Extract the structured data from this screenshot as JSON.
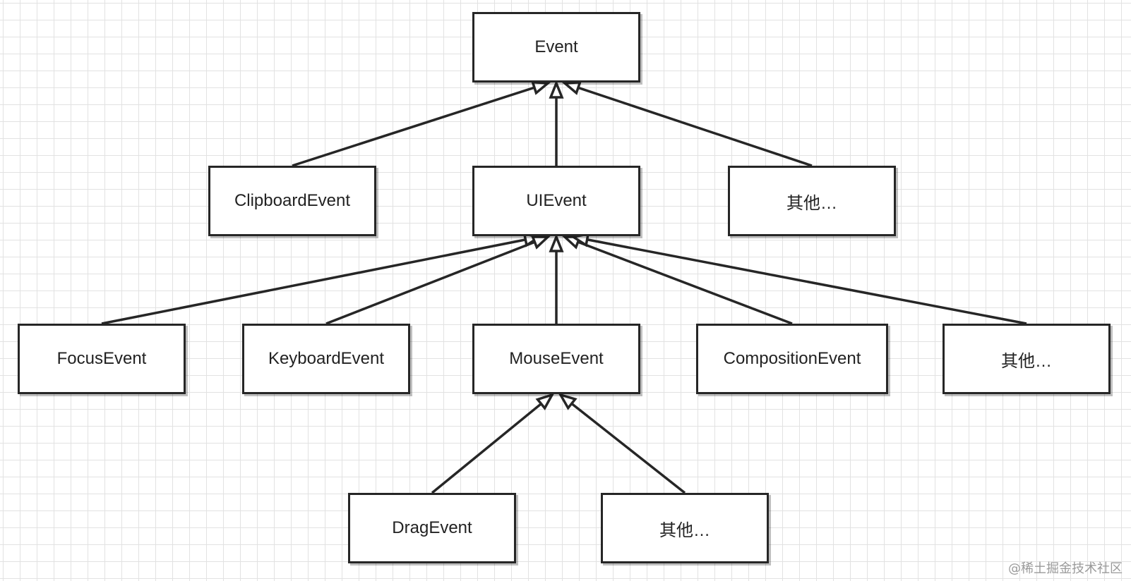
{
  "diagram": {
    "nodes": [
      {
        "id": "event",
        "label": "Event"
      },
      {
        "id": "clipboard",
        "label": "ClipboardEvent"
      },
      {
        "id": "uievent",
        "label": "UIEvent"
      },
      {
        "id": "other1",
        "label": "其他…"
      },
      {
        "id": "focus",
        "label": "FocusEvent"
      },
      {
        "id": "keyboard",
        "label": "KeyboardEvent"
      },
      {
        "id": "mouse",
        "label": "MouseEvent"
      },
      {
        "id": "composition",
        "label": "CompositionEvent"
      },
      {
        "id": "other2",
        "label": "其他…"
      },
      {
        "id": "drag",
        "label": "DragEvent"
      },
      {
        "id": "other3",
        "label": "其他…"
      }
    ],
    "edges": [
      {
        "from": "clipboard",
        "to": "event",
        "kind": "inheritance"
      },
      {
        "from": "uievent",
        "to": "event",
        "kind": "inheritance"
      },
      {
        "from": "other1",
        "to": "event",
        "kind": "inheritance"
      },
      {
        "from": "focus",
        "to": "uievent",
        "kind": "inheritance"
      },
      {
        "from": "keyboard",
        "to": "uievent",
        "kind": "inheritance"
      },
      {
        "from": "mouse",
        "to": "uievent",
        "kind": "inheritance"
      },
      {
        "from": "composition",
        "to": "uievent",
        "kind": "inheritance"
      },
      {
        "from": "other2",
        "to": "uievent",
        "kind": "inheritance"
      },
      {
        "from": "drag",
        "to": "mouse",
        "kind": "inheritance"
      },
      {
        "from": "other3",
        "to": "mouse",
        "kind": "inheritance"
      }
    ]
  },
  "watermark": "@稀土掘金技术社区",
  "colors": {
    "line": "#262626",
    "grid": "#e2e2e2",
    "background": "#ffffff"
  }
}
